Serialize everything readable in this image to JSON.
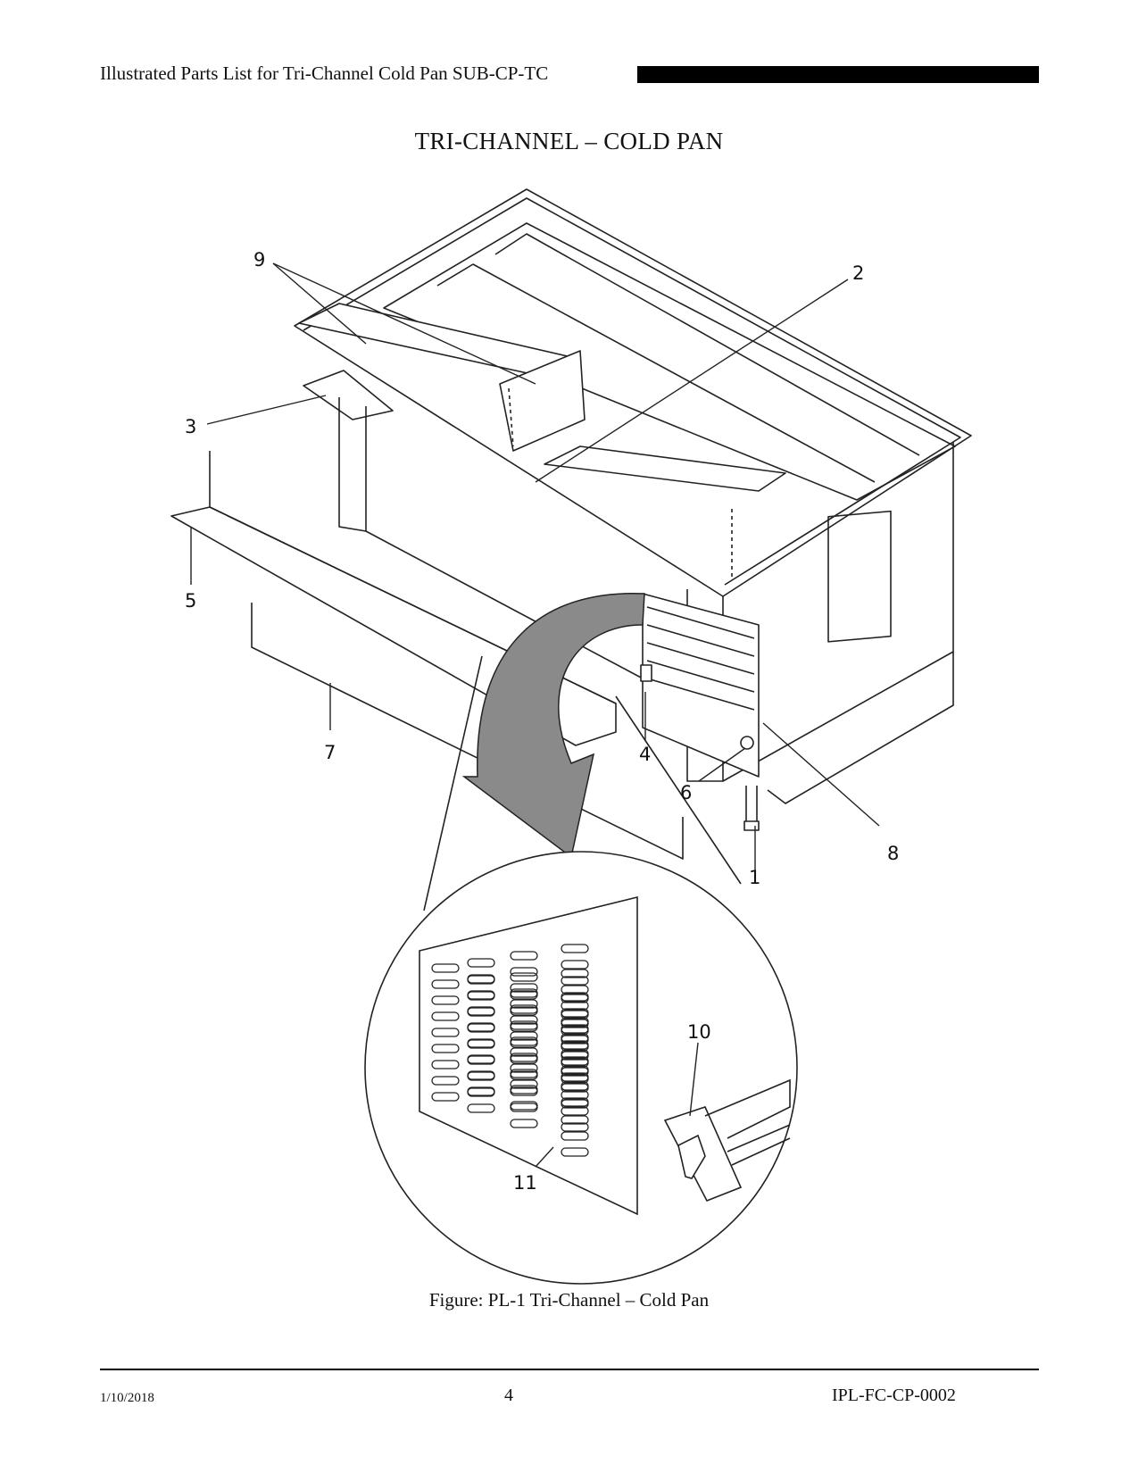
{
  "header": {
    "title": "Illustrated Parts List for Tri-Channel Cold Pan SUB-CP-TC"
  },
  "page_title": "TRI-CHANNEL – COLD PAN",
  "figure": {
    "callouts": [
      "1",
      "2",
      "3",
      "4",
      "5",
      "6",
      "7",
      "8",
      "9",
      "10",
      "11"
    ],
    "caption": "Figure: PL-1 Tri-Channel – Cold Pan"
  },
  "footer": {
    "date": "1/10/2018",
    "page_number": "4",
    "doc_id": "IPL-FC-CP-0002"
  }
}
